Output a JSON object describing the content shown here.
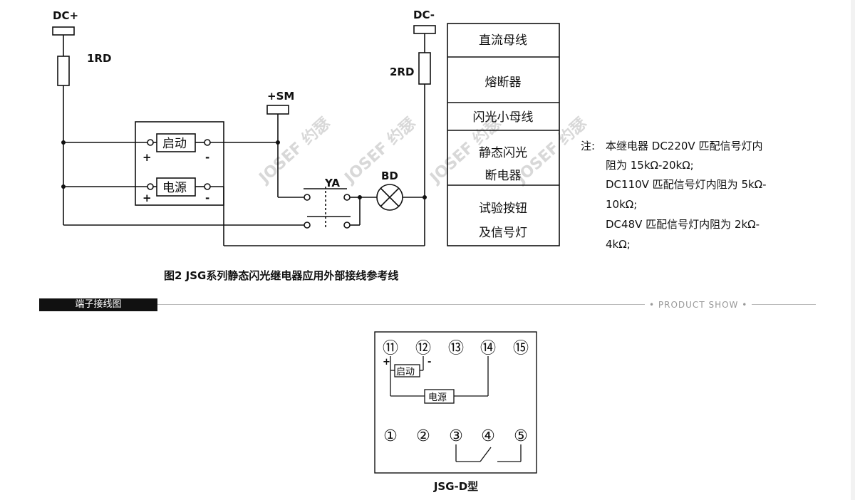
{
  "diagram": {
    "labels": {
      "dc_plus": "DC+",
      "dc_minus": "DC-",
      "fuse1": "1RD",
      "fuse2": "2RD",
      "sm": "+SM",
      "ya": "YA",
      "bd": "BD",
      "start": "启动",
      "power": "电源",
      "plus": "+",
      "minus": "-"
    },
    "legend": [
      "直流母线",
      "熔断器",
      "闪光小母线",
      "静态闪光",
      "断电器",
      "试验按钮",
      "及信号灯"
    ],
    "note": {
      "prefix": "注:",
      "lines": [
        "本继电器 DC220V 匹配信号灯内",
        "阻为 15kΩ-20kΩ;",
        "DC110V 匹配信号灯内阻为 5kΩ-",
        "10kΩ;",
        "DC48V 匹配信号灯内阻为 2kΩ-",
        "4kΩ;"
      ]
    },
    "caption": "图2  JSG系列静态闪光继电器应用外部接线参考线",
    "watermark": "JOSEF 约瑟"
  },
  "section": {
    "title": "端子接线图",
    "subtitle": "• PRODUCT SHOW •"
  },
  "terminal": {
    "top_pins": [
      "⑪",
      "⑫",
      "⑬",
      "⑭",
      "⑮"
    ],
    "bottom_pins": [
      "①",
      "②",
      "③",
      "④",
      "⑤"
    ],
    "start": "启动",
    "power": "电源",
    "plus": "+",
    "minus": "-",
    "model": "JSG-D型"
  }
}
